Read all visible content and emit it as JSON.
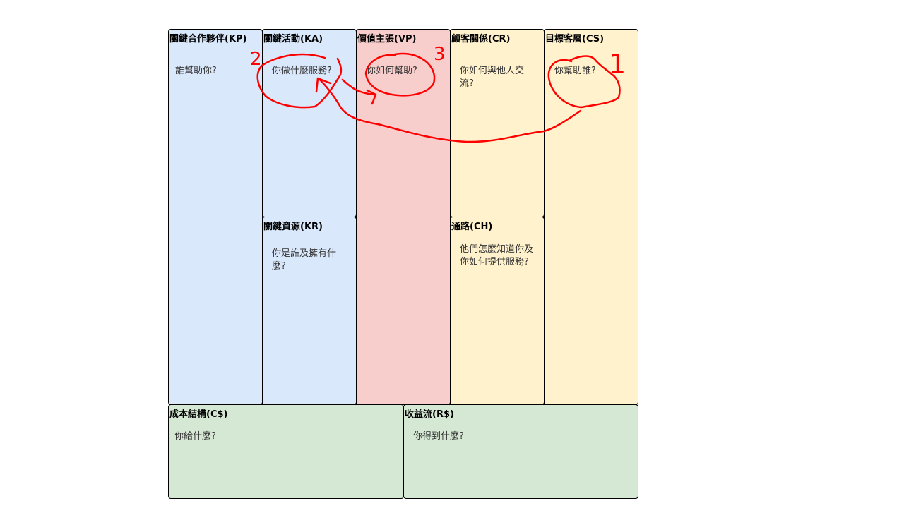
{
  "blocks": {
    "kp": {
      "title": "關鍵合作夥伴(KP)",
      "prompt": "誰幫助你?"
    },
    "ka": {
      "title": "關鍵活動(KA)",
      "prompt": "你做什麼服務?"
    },
    "kr": {
      "title": "關鍵資源(KR)",
      "prompt": "你是誰及擁有什麼?"
    },
    "vp": {
      "title": "價值主張(VP)",
      "prompt": "你如何幫助?"
    },
    "cr": {
      "title": "顧客關係(CR)",
      "prompt": "你如何與他人交流?"
    },
    "ch": {
      "title": "通路(CH)",
      "prompt": "他們怎麼知道你及你如何提供服務?"
    },
    "cs": {
      "title": "目標客層(CS)",
      "prompt": "你幫助誰?"
    },
    "cost": {
      "title": "成本結構(C$)",
      "prompt": "你給什麼?"
    },
    "rev": {
      "title": "收益流(R$)",
      "prompt": "你得到什麼?"
    }
  },
  "annotations": {
    "step1": "1",
    "step2": "2",
    "step3": "3",
    "color": "#ff0000"
  },
  "colors": {
    "blue": "#dae8fc",
    "pink": "#f8cecc",
    "yellow": "#fff2cc",
    "green": "#d5e8d4"
  }
}
